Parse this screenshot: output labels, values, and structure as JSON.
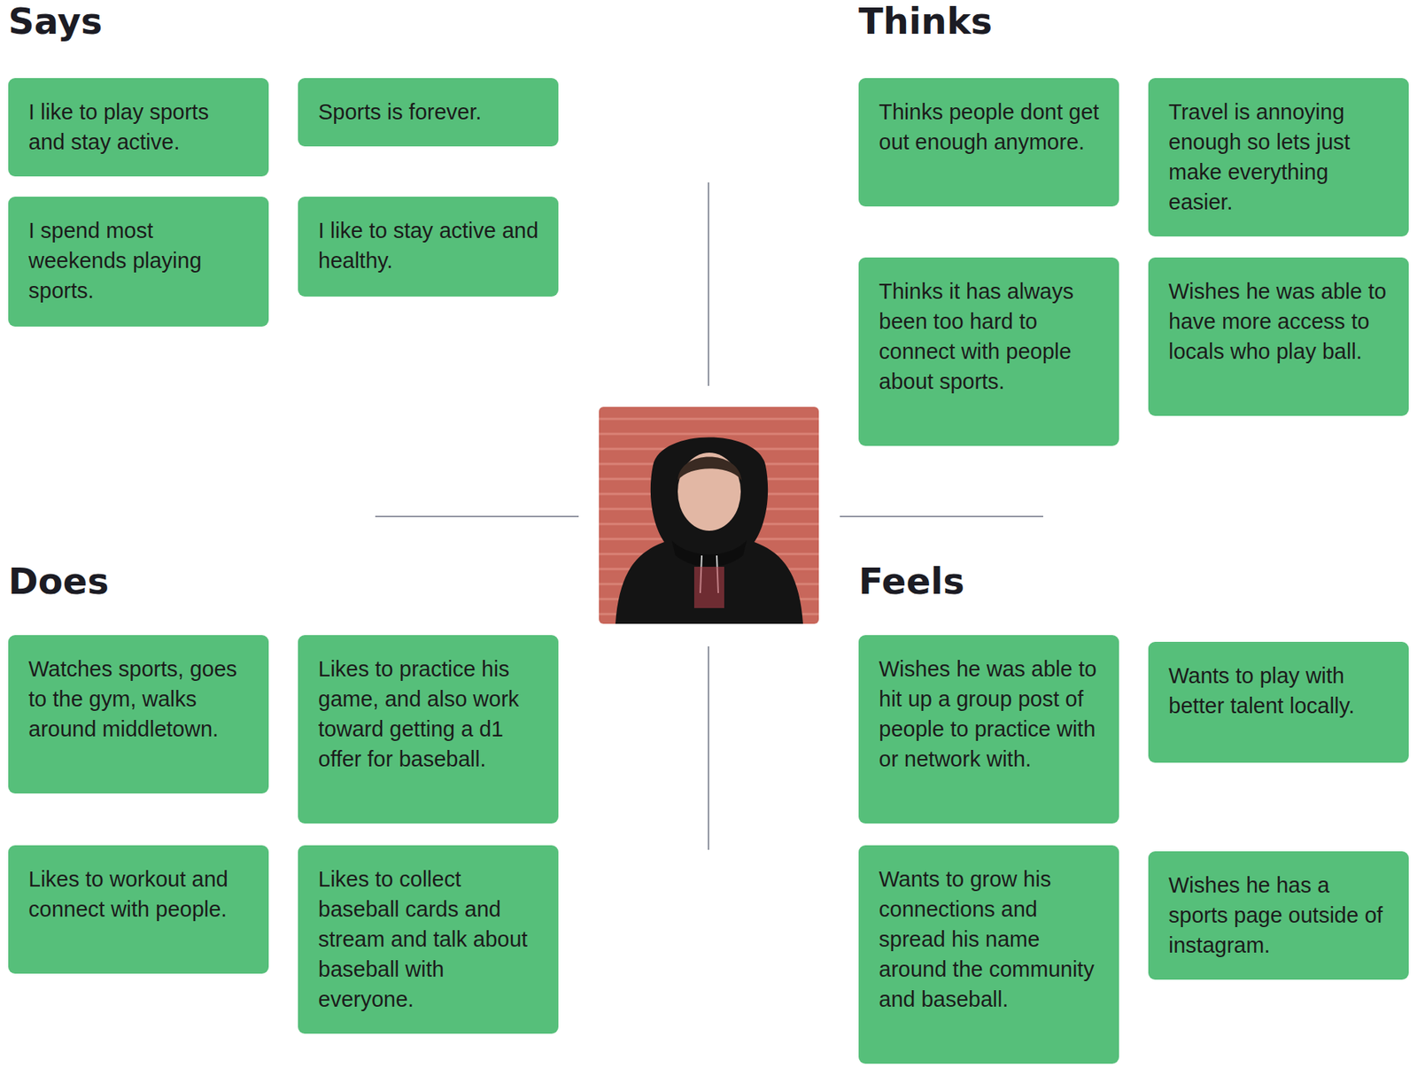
{
  "diagram": {
    "nodes": [
      {
        "text": [
          "I like to play sports and stay active."
        ]
      },
      {
        "text": [
          "Sports is forever."
        ]
      },
      {
        "text": [
          "I spend most weekends playing sports."
        ]
      },
      {
        "text": [
          "I like to stay active and healthy."
        ]
      },
      {
        "text": [
          "Thinks people dont get out enough anymore."
        ]
      },
      {
        "text": [
          "Travel is annoying enough so lets just make everything easier."
        ]
      },
      {
        "text": [
          "Thinks it has always been too hard to connect with people about sports."
        ]
      },
      {
        "text": [
          "Wishes he was able to have more access to locals who play ball."
        ]
      },
      {
        "text": [
          "Watches sports, goes to the gym, walks around middletown."
        ]
      },
      {
        "text": [
          "Likes to practice his game, and also work toward getting a d1 offer for baseball."
        ]
      },
      {
        "text": [
          "Likes to workout and connect with people."
        ]
      },
      {
        "text": [
          "Likes to collect baseball cards and stream and talk about baseball with everyone."
        ]
      },
      {
        "text": [
          "Wishes he was able to hit up a group post of people to practice with or network with."
        ]
      },
      {
        "text": [
          "Wants to play with better talent locally."
        ]
      },
      {
        "text": [
          "Wants to grow his connections and spread his name around the community and baseball."
        ]
      },
      {
        "text": [
          "Wishes he has a sports page outside of instagram."
        ]
      }
    ],
    "labels": [
      "Says",
      "Thinks",
      "Does",
      "Feels"
    ]
  }
}
